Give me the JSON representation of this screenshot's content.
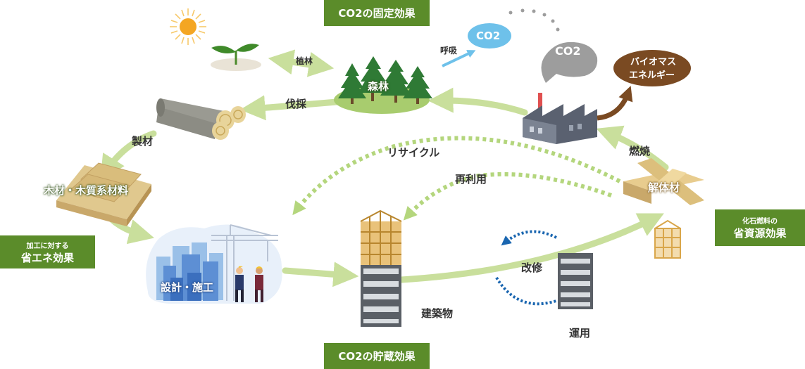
{
  "badges": {
    "co2_fixed": "CO2の固定効果",
    "co2_storage": "CO2の貯蔵効果",
    "energy_saving_sub": "加工に対する",
    "energy_saving_main": "省エネ効果",
    "fossil_sub": "化石燃料の",
    "fossil_main": "省資源効果"
  },
  "bubbles": {
    "co2_blue": "CO2",
    "co2_gray": "CO2",
    "biomass_line1": "バイオマス",
    "biomass_line2": "エネルギー"
  },
  "nodes": {
    "forest": "森林",
    "lumber_materials": "木材・木質系材料",
    "design_construction": "設計・施工",
    "dismantled": "解体材"
  },
  "labels": {
    "planting": "植林",
    "respiration": "呼吸",
    "logging": "伐採",
    "sawmill": "製材",
    "burning": "燃焼",
    "recycle": "リサイクル",
    "reuse": "再利用",
    "building": "建築物",
    "renovation": "改修",
    "operation": "運用"
  },
  "colors": {
    "badge_green": "#5b8c2a",
    "arrow_green": "#c9df9c",
    "dotted_green": "#b4d67d",
    "co2_blue": "#6ec1ea",
    "co2_gray": "#9d9d9d",
    "biomass_brown": "#7a4a22",
    "renovation_blue": "#1a66b0"
  },
  "icons": [
    "sun-icon",
    "seedling-icon",
    "forest-icon",
    "logs-icon",
    "lumber-icon",
    "city-icon",
    "building-icon",
    "factory-icon",
    "dismantled-wood-icon",
    "crane-icon"
  ]
}
